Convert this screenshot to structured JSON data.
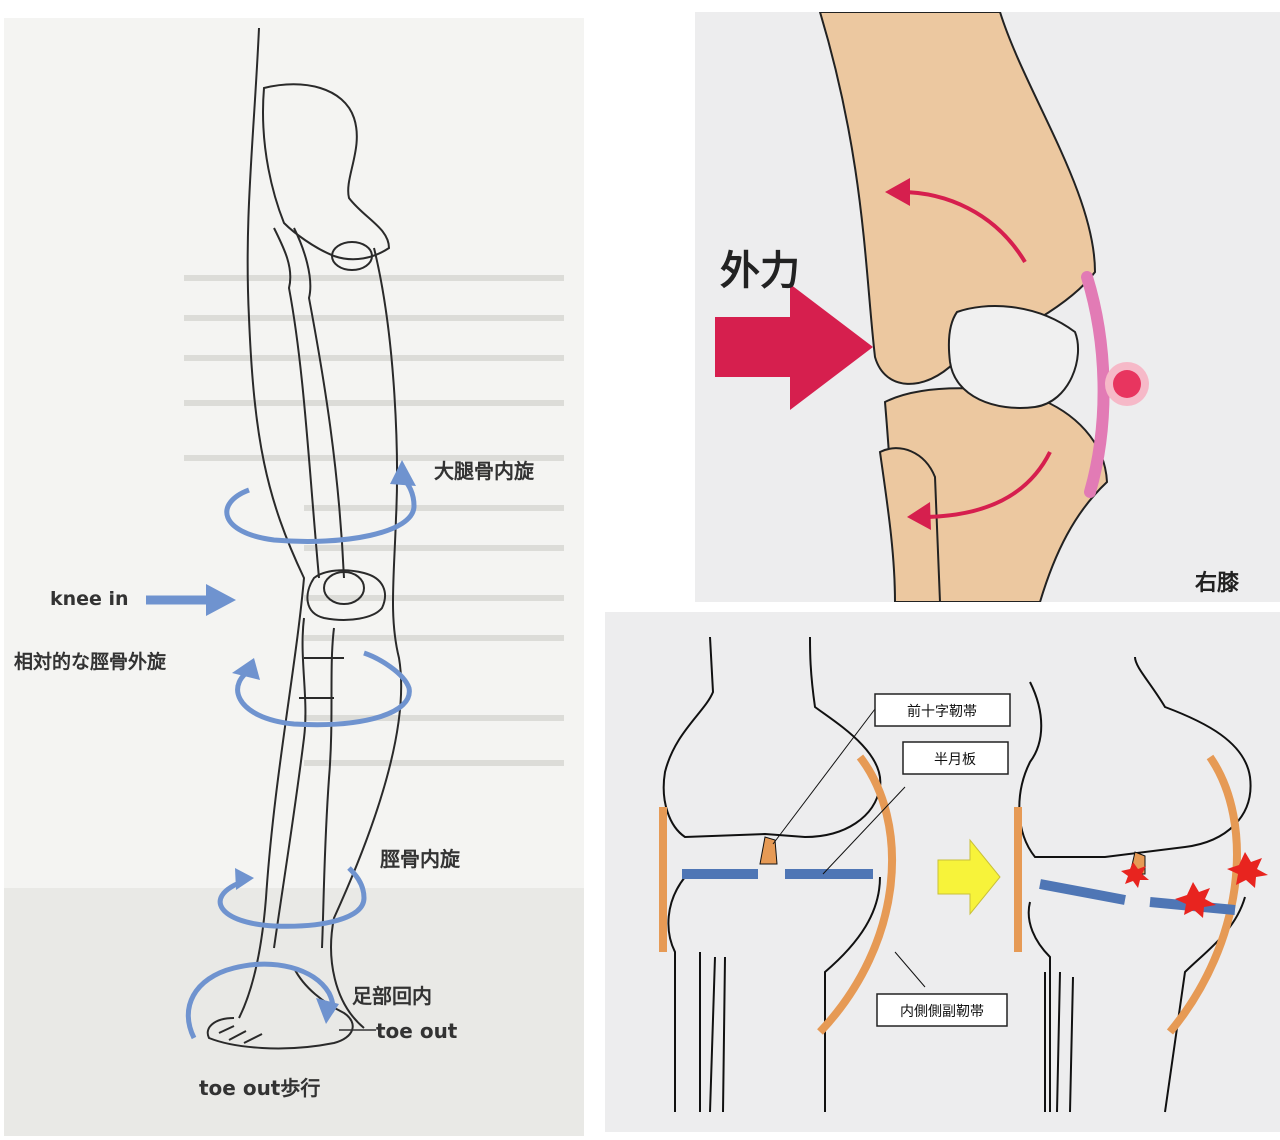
{
  "colors": {
    "rotation_arrow": "#6f93cf",
    "force_arrow": "#d61f4e",
    "bone_fill": "#ecc8a0",
    "mcl_pink": "#e27bb5",
    "ligament_orange": "#e69a55",
    "meniscus_blue": "#4f76b5",
    "transition_arrow": "#f7f33a",
    "injury_red": "#e8241f"
  },
  "left_panel": {
    "labels": {
      "femur_internal_rotation": "大腿骨内旋",
      "knee_in": "knee in",
      "relative_tibia_external_rotation": "相対的な脛骨外旋",
      "tibia_internal_rotation": "脛骨内旋",
      "foot_pronation": "足部回内",
      "toe_out": "toe out",
      "toe_out_gait": "toe out歩行"
    }
  },
  "right_top_panel": {
    "force_label": "外力",
    "side_label": "右膝"
  },
  "right_bottom_panel": {
    "acl_label": "前十字靭帯",
    "meniscus_label": "半月板",
    "mcl_label": "内側側副靭帯"
  }
}
